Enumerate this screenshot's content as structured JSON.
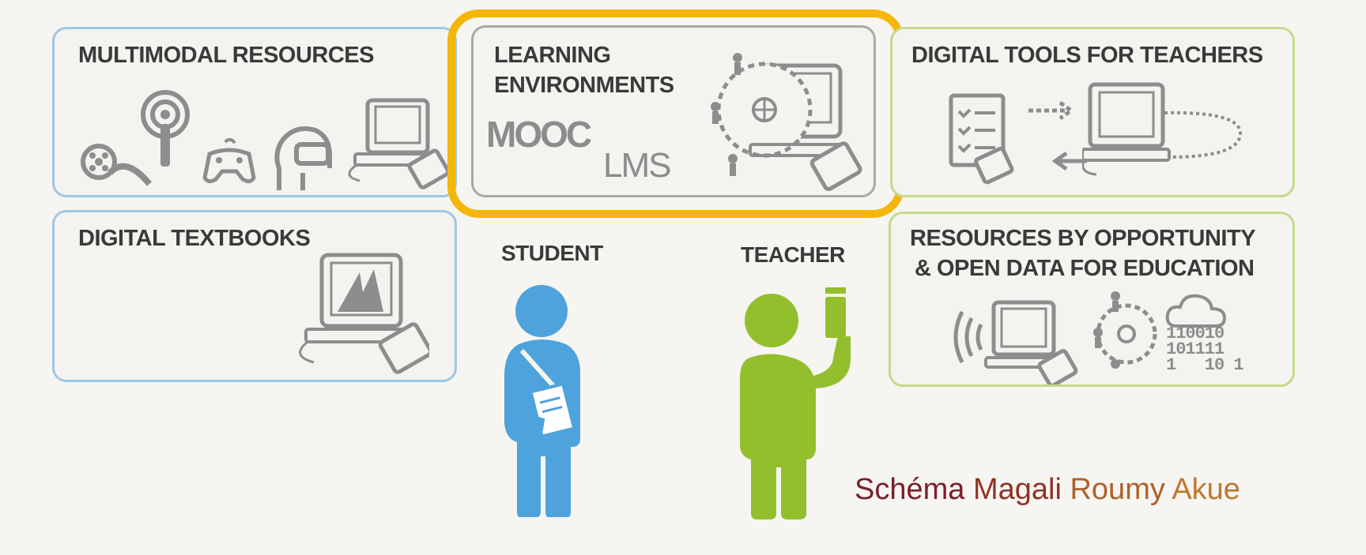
{
  "panels": {
    "multimodal": {
      "title": "MULTIMODAL RESOURCES"
    },
    "learning": {
      "title_line1": "LEARNING",
      "title_line2": "ENVIRONMENTS",
      "mooc": "MOOC",
      "lms": "LMS"
    },
    "digital_tools": {
      "title": "DIGITAL TOOLS FOR TEACHERS"
    },
    "textbooks": {
      "title": "DIGITAL TEXTBOOKS"
    },
    "opendata": {
      "title_line1": "RESOURCES BY OPPORTUNITY",
      "title_line2": "& OPEN DATA FOR EDUCATION",
      "binary_line1": "110010",
      "binary_line2": "101111",
      "binary_line3": "1   10 1"
    }
  },
  "roles": {
    "student": "STUDENT",
    "teacher": "TEACHER"
  },
  "credit": {
    "word1": "Schéma",
    "word2": "Magali",
    "word3": "Roumy",
    "word4": "Akue"
  },
  "colors": {
    "highlight": "#f4b608",
    "student": "#4ea3dc",
    "teacher": "#93bf2c",
    "blue_border": "#9cc8e6",
    "green_border": "#c4da8c",
    "credit_dark": "#7a1f2b",
    "credit_light": "#c0772e"
  }
}
